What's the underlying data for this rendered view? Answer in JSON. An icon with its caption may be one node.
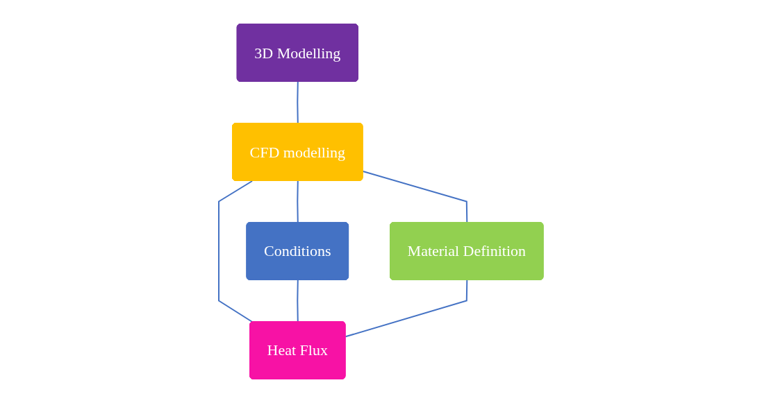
{
  "diagram": {
    "nodes": [
      {
        "text": [
          "3D Modelling"
        ]
      },
      {
        "text": [
          "CFD modelling"
        ]
      },
      {
        "text": [
          "Conditions"
        ]
      },
      {
        "text": [
          "Material Definition"
        ]
      },
      {
        "text": [
          "Heat Flux"
        ]
      }
    ],
    "edges": [
      {
        "from": 0,
        "to": 1,
        "arrow": "none"
      },
      {
        "from": 1,
        "to": 2,
        "arrow": "none"
      },
      {
        "from": 1,
        "to": 4,
        "arrow": "none"
      },
      {
        "from": 1,
        "to": 3,
        "arrow": "none"
      },
      {
        "from": 2,
        "to": 4,
        "arrow": "none"
      },
      {
        "from": 3,
        "to": 4,
        "arrow": "none"
      }
    ]
  }
}
